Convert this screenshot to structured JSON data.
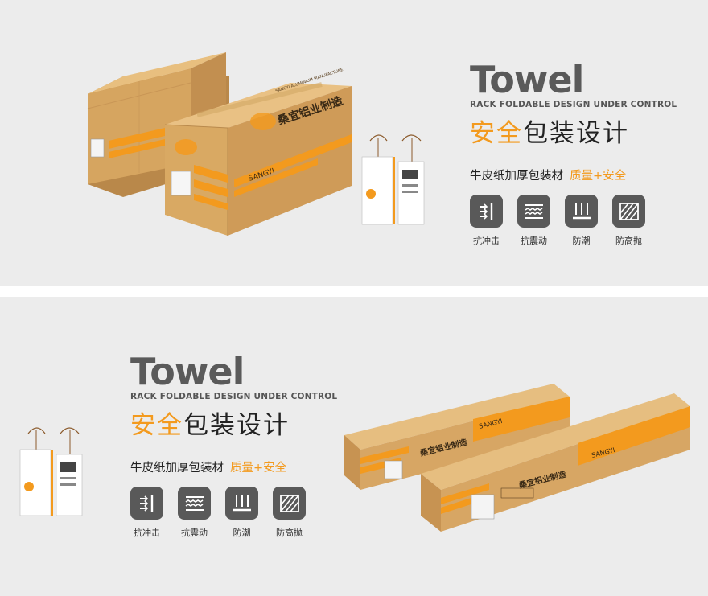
{
  "colors": {
    "accent": "#f39a1e",
    "icon_bg": "#595959",
    "kraft": "#d9aa68",
    "panel_bg": "#ececec"
  },
  "brand": {
    "title": "Towel",
    "subtitle": "RACK FOLDABLE DESIGN UNDER CONTROL",
    "headline_accent": "安全",
    "headline_rest": "包装设计",
    "feature_text": "牛皮纸加厚包装材",
    "feature_accent": "质量+安全",
    "icons": [
      {
        "name": "impact-resistance-icon",
        "label": "抗冲击"
      },
      {
        "name": "shock-resistance-icon",
        "label": "抗震动"
      },
      {
        "name": "moisture-proof-icon",
        "label": "防潮"
      },
      {
        "name": "drop-resistance-icon",
        "label": "防高抛"
      }
    ]
  },
  "box": {
    "brand_cn": "桑宜铝业制造",
    "brand_en": "SANGYI ALUMINIUM MANUFACTURE",
    "brand_short": "SANGYI"
  }
}
